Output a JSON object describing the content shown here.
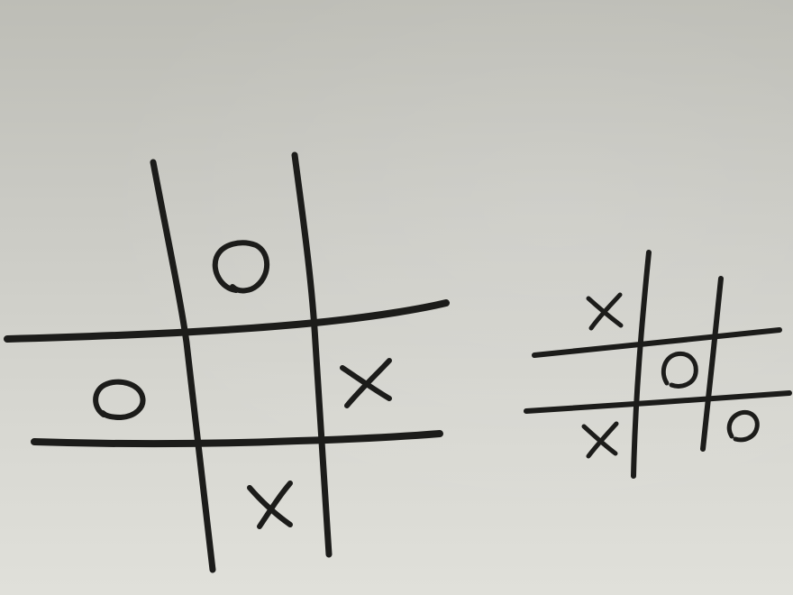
{
  "photo": {
    "subject": "",
    "paper_color": "#d4d4ce",
    "ink_color": "#1c1c1a"
  },
  "boards": [
    {
      "name": "large-board",
      "cells": [
        [
          "",
          "O",
          ""
        ],
        [
          "O",
          "",
          "X"
        ],
        [
          "",
          "X",
          ""
        ]
      ]
    },
    {
      "name": "small-board",
      "cells": [
        [
          "X",
          "",
          ""
        ],
        [
          "",
          "O",
          ""
        ],
        [
          "X",
          "",
          "O"
        ]
      ]
    }
  ]
}
